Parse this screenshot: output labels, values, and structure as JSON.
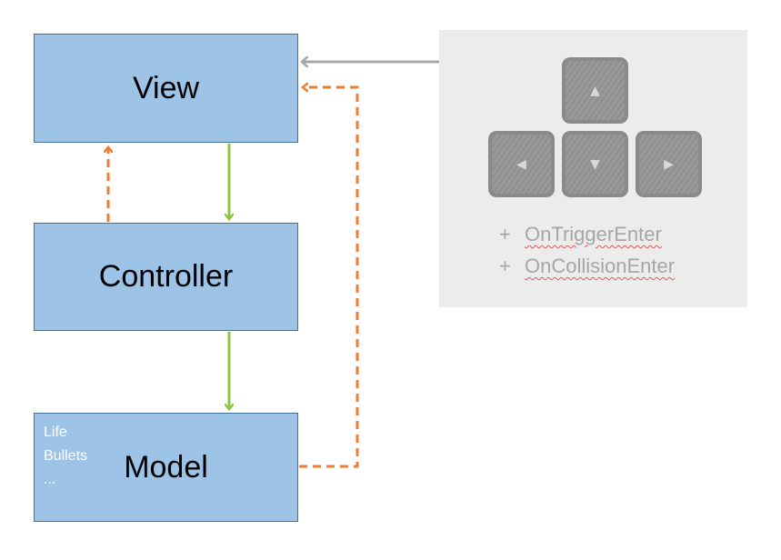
{
  "view": {
    "title": "View"
  },
  "controller": {
    "title": "Controller"
  },
  "model": {
    "title": "Model",
    "attributes": [
      "Life",
      "Bullets",
      "..."
    ]
  },
  "input_panel": {
    "keys": [
      {
        "icon": "arrow-up-key-icon",
        "glyph": "▲"
      },
      {
        "icon": "arrow-left-key-icon",
        "glyph": "◀"
      },
      {
        "icon": "arrow-down-key-icon",
        "glyph": "▼"
      },
      {
        "icon": "arrow-right-key-icon",
        "glyph": "▶"
      }
    ],
    "methods": [
      {
        "prefix": "+",
        "name": "OnTriggerEnter"
      },
      {
        "prefix": "+",
        "name": "OnCollisionEnter"
      }
    ]
  },
  "colors": {
    "box_fill": "#9dc3e6",
    "box_border": "#41719c",
    "green_arrow": "#8dc63f",
    "orange_dashed_arrow": "#ed7d31",
    "gray_arrow": "#a6a6a6",
    "panel_bg": "#ececec",
    "key_fill": "#909090"
  }
}
